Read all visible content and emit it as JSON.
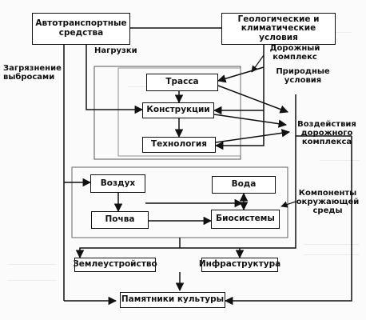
{
  "nodes": {
    "transport": "Автотранспортные средства",
    "geology": "Геологические и климатические условия",
    "route": "Трасса",
    "constructions": "Конструкции",
    "technology": "Технология",
    "air": "Воздух",
    "water": "Вода",
    "soil": "Почва",
    "biosystems": "Биосистемы",
    "land": "Землеустройство",
    "infrastructure": "Инфраструктура",
    "monuments": "Памятники культуры"
  },
  "labels": {
    "pollution": "Загрязнение выбросами",
    "loads": "Нагрузки",
    "road_complex": "Дорожный комплекс",
    "natural_conditions": "Природные условия",
    "impacts": "Воздействия дорожного комплекса",
    "components": "Компоненты окружающей среды"
  }
}
